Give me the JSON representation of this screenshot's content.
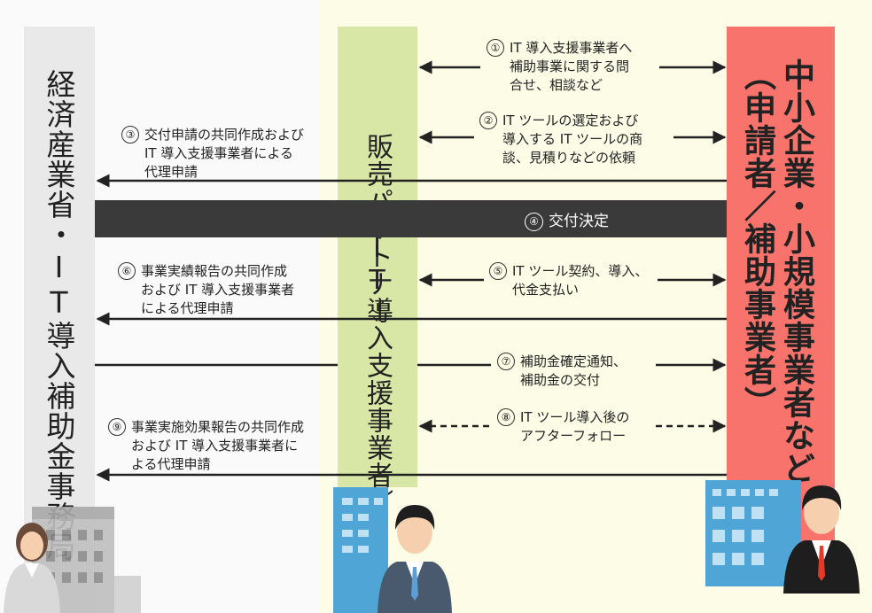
{
  "columns": {
    "left": "経済産業省・IT導入補助金事務局",
    "middle_main": "販売パートナー",
    "middle_sub": "（IT導入支援事業者）",
    "right_main": "中小企業・小規模事業者など",
    "right_sub": "（申請者／補助事業者）"
  },
  "steps": [
    {
      "num": "①",
      "lines": [
        "IT 導入支援事業者へ",
        "補助事業に関する問",
        "合せ、相談など"
      ]
    },
    {
      "num": "②",
      "lines": [
        "IT ツールの選定および",
        "導入する IT ツールの商",
        "談、見積りなどの依頼"
      ]
    },
    {
      "num": "③",
      "lines": [
        "交付申請の共同作成および",
        "IT 導入支援事業者による",
        "代理申請"
      ]
    },
    {
      "num": "④",
      "lines": [
        "交付決定"
      ]
    },
    {
      "num": "⑤",
      "lines": [
        "IT ツール契約、導入、",
        "代金支払い"
      ]
    },
    {
      "num": "⑥",
      "lines": [
        "事業実績報告の共同作成",
        "および IT 導入支援事業者",
        "による代理申請"
      ]
    },
    {
      "num": "⑦",
      "lines": [
        "補助金確定通知、",
        "補助金の交付"
      ]
    },
    {
      "num": "⑧",
      "lines": [
        "IT ツール導入後の",
        "アフターフォロー"
      ]
    },
    {
      "num": "⑨",
      "lines": [
        "事業実施効果報告の共同作成",
        "および IT 導入支援事業者に",
        "よる代理申請"
      ]
    }
  ],
  "colors": {
    "left_column": "#e9e9e9",
    "middle_column": "#d9e7a6",
    "right_column": "#f7736b",
    "decision_bar": "#3a3a3a",
    "arrow": "#222222"
  },
  "icons": [
    "building-icon",
    "person-woman-icon",
    "person-man-icon"
  ]
}
